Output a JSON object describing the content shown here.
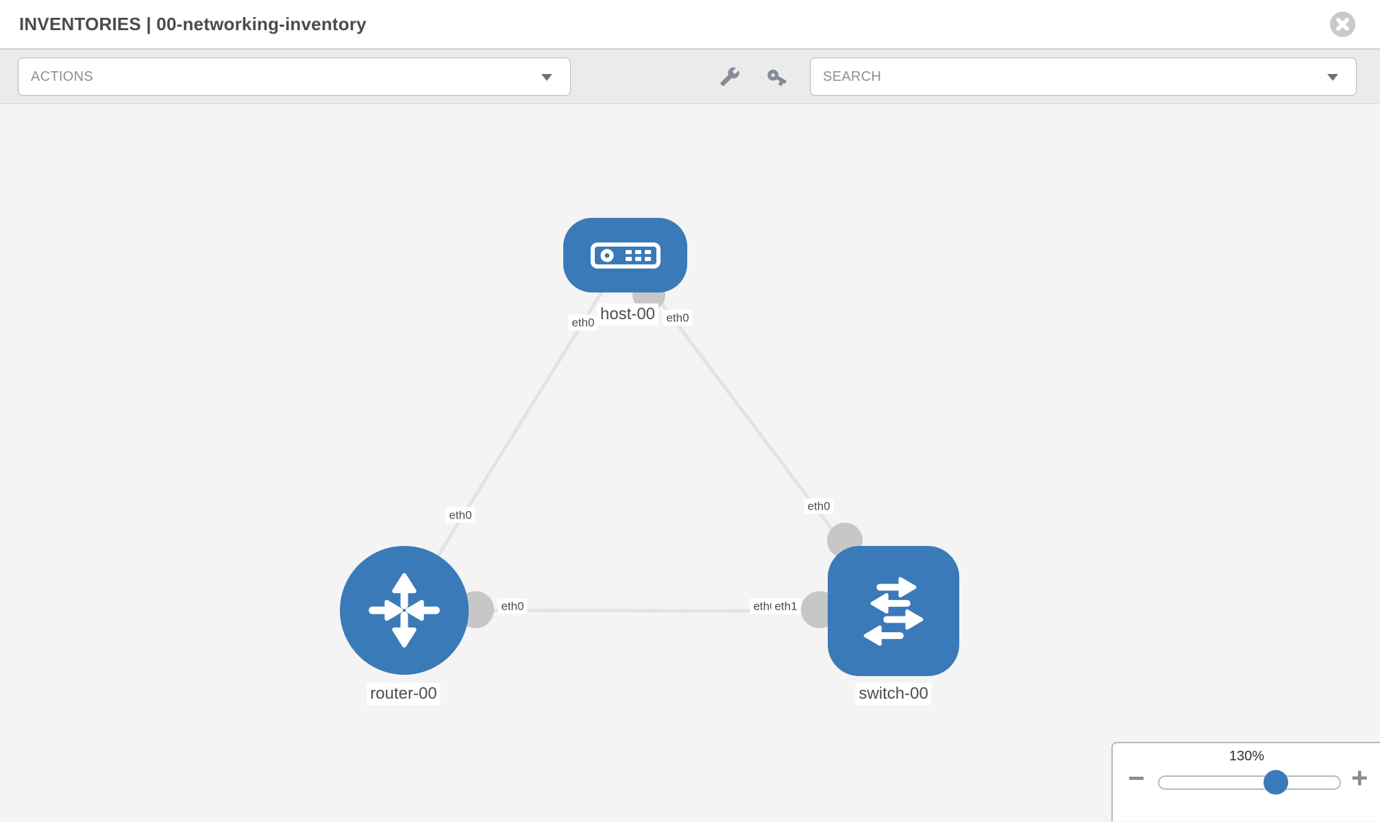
{
  "header": {
    "title": "INVENTORIES | 00-networking-inventory"
  },
  "toolbar": {
    "actions_label": "ACTIONS",
    "search_label": "SEARCH"
  },
  "canvas": {
    "nodes": {
      "host": {
        "label": "host-00",
        "type": "host",
        "shape": "rounded-rectangle",
        "color": "#3b7ab9"
      },
      "router": {
        "label": "router-00",
        "type": "router",
        "shape": "circle",
        "color": "#3b7ab9"
      },
      "switch": {
        "label": "switch-00",
        "type": "switch",
        "shape": "rounded-square",
        "color": "#3b7ab9"
      }
    },
    "iface_labels": {
      "host_left": "eth0",
      "host_right": "eth0",
      "router_top": "eth0",
      "router_right": "eth0",
      "switch_top": "eth0",
      "switch_left_under": "eth0",
      "switch_left_over": "eth1"
    },
    "links": [
      {
        "source": "host-00",
        "source_iface": "eth0",
        "target": "router-00",
        "target_iface": "eth0"
      },
      {
        "source": "host-00",
        "source_iface": "eth0",
        "target": "switch-00",
        "target_iface": "eth0"
      },
      {
        "source": "router-00",
        "source_iface": "eth0",
        "target": "switch-00",
        "target_iface": "eth1"
      }
    ]
  },
  "zoom_control": {
    "level": "130%",
    "minus_label": "−",
    "plus_label": "+",
    "slider_percent": 66
  },
  "colors": {
    "node_blue": "#3b7ab9",
    "link_gray": "#e3e3e3",
    "interface_gray": "#c7c7c7",
    "canvas_bg": "#f4f4f4",
    "toolbar_bg": "#ebebeb",
    "label_text": "#4d4d4d",
    "icon_gray": "#858c95"
  }
}
